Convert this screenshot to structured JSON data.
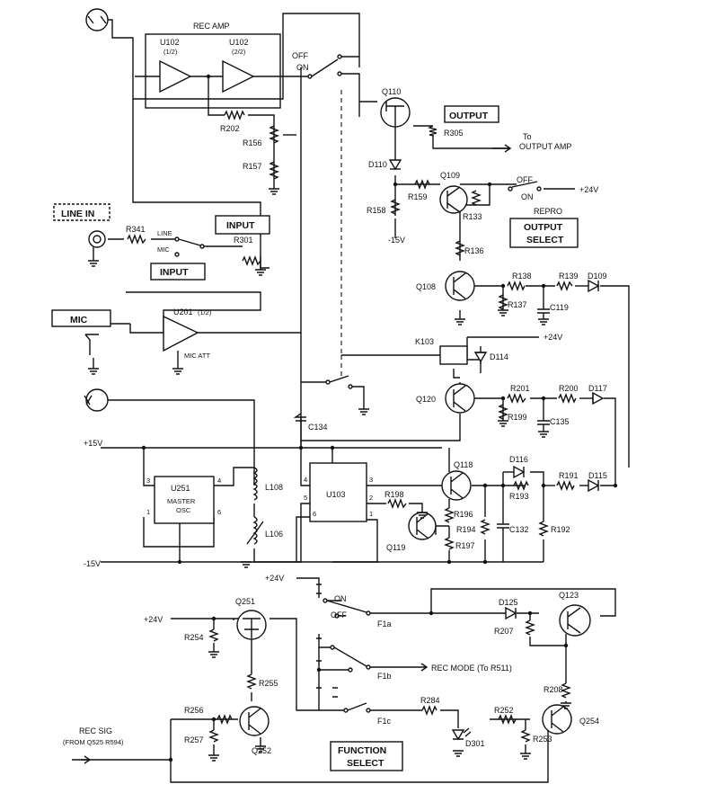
{
  "blocks": {
    "rec_amp": "REC AMP",
    "u102a": "U102",
    "u102a_sub": "(1/2)",
    "u102b": "U102",
    "u102b_sub": "(2/2)",
    "u201": "U201",
    "u201_sub": "(1/2)",
    "u251": "U251",
    "u251_sub1": "MASTER",
    "u251_sub2": "OSC",
    "u103": "U103",
    "k103": "K103"
  },
  "boxed_labels": {
    "line_in": "LINE IN",
    "output": "OUTPUT",
    "input_top": "INPUT",
    "input_bottom": "INPUT",
    "mic": "MIC",
    "output_select_1": "OUTPUT",
    "output_select_2": "SELECT",
    "function_select_1": "FUNCTION",
    "function_select_2": "SELECT"
  },
  "switch_labels": {
    "off": "OFF",
    "on": "ON",
    "repro_off": "OFF",
    "repro_on": "ON",
    "repro": "REPRO",
    "line": "LINE",
    "mic": "MIC",
    "fn_on": "ON",
    "fn_off": "OFF",
    "f1a": "F1a",
    "f1b": "F1b",
    "f1c": "F1c",
    "mic_att": "MIC ATT"
  },
  "nets": {
    "to_output_amp_1": "To",
    "to_output_amp_2": "OUTPUT AMP",
    "rec_mode": "REC MODE (To R511)",
    "rec_sig_1": "REC SIG",
    "rec_sig_2": "(FROM Q525 R594)",
    "plus24_a": "+24V",
    "plus24_b": "+24V",
    "plus24_c": "+24V",
    "plus24_d": "+24V",
    "plus15": "+15V",
    "minus15_a": "-15V",
    "minus15_b": "-15V"
  },
  "transistors": {
    "q110": "Q110",
    "q109": "Q109",
    "q108": "Q108",
    "q120": "Q120",
    "q118": "Q118",
    "q119": "Q119",
    "q123": "Q123",
    "q251": "Q251",
    "q252": "Q252",
    "q254": "Q254"
  },
  "resistors": {
    "r202": "R202",
    "r156": "R156",
    "r157": "R157",
    "r305": "R305",
    "r159": "R159",
    "r158": "R158",
    "r133": "R133",
    "r136": "R136",
    "r341": "R341",
    "r301": "R301",
    "r138": "R138",
    "r139": "R139",
    "r137": "R137",
    "r201": "R201",
    "r200": "R200",
    "r199": "R199",
    "r198": "R198",
    "r196": "R196",
    "r194": "R194",
    "r197": "R197",
    "r193": "R193",
    "r191": "R191",
    "r192": "R192",
    "r254": "R254",
    "r255": "R255",
    "r256": "R256",
    "r257": "R257",
    "r284": "R284",
    "r207": "R207",
    "r208": "R208",
    "r252": "R252",
    "r253": "R253"
  },
  "capacitors": {
    "c119": "C119",
    "c135": "C135",
    "c132": "C132",
    "c134": "C134"
  },
  "inductors": {
    "l108": "L108",
    "l106": "L106"
  },
  "diodes": {
    "d110": "D110",
    "d109": "D109",
    "d114": "D114",
    "d117": "D117",
    "d116": "D116",
    "d115": "D115",
    "d125": "D125",
    "d301": "D301"
  },
  "pins": {
    "u251_p1": "1",
    "u251_p3": "3",
    "u251_p4": "4",
    "u251_p6": "6",
    "u103_p1": "1",
    "u103_p2": "2",
    "u103_p3": "3",
    "u103_p4": "4",
    "u103_p5": "5",
    "u103_p6": "6"
  }
}
